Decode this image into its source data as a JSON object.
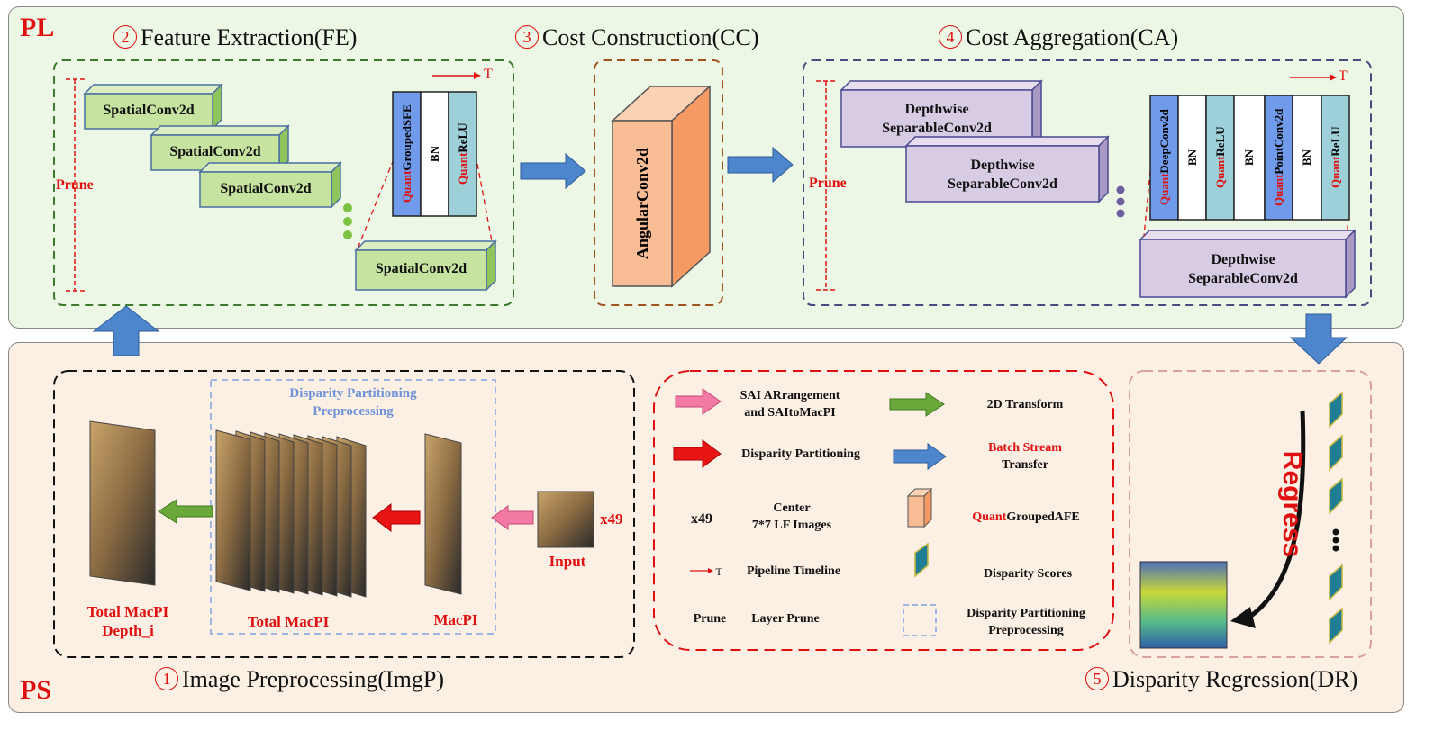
{
  "sections": {
    "pl": "PL",
    "ps": "PS"
  },
  "titles": {
    "fe": {
      "num": "2",
      "text": "Feature Extraction(FE)"
    },
    "cc": {
      "num": "3",
      "text": "Cost Construction(CC)"
    },
    "ca": {
      "num": "4",
      "text": "Cost Aggregation(CA)"
    },
    "imgp": {
      "num": "1",
      "text": "Image Preprocessing(ImgP)"
    },
    "dr": {
      "num": "5",
      "text": "Disparity Regression(DR)"
    }
  },
  "fe": {
    "blocks": [
      "SpatialConv2d",
      "SpatialConv2d",
      "SpatialConv2d",
      "SpatialConv2d"
    ],
    "prune": "Prune",
    "timeline": "T",
    "layers": [
      {
        "quant": "Quant",
        "name": "GroupedSFE",
        "color": "#6f9bea"
      },
      {
        "quant": "",
        "name": "BN",
        "color": "#ffffff"
      },
      {
        "quant": "Quant",
        "name": "ReLU",
        "color": "#9dd0d8"
      }
    ]
  },
  "cc": {
    "block": "AngularConv2d"
  },
  "ca": {
    "blocks": [
      [
        "Depthwise",
        "SeparableConv2d"
      ],
      [
        "Depthwise",
        "SeparableConv2d"
      ],
      [
        "Depthwise",
        "SeparableConv2d"
      ]
    ],
    "prune": "Prune",
    "timeline": "T",
    "layers": [
      {
        "quant": "Quant",
        "name": "DeepConv2d",
        "color": "#6f9bea"
      },
      {
        "quant": "",
        "name": "BN",
        "color": "#ffffff"
      },
      {
        "quant": "Quant",
        "name": "ReLU",
        "color": "#9dd0d8"
      },
      {
        "quant": "",
        "name": "BN",
        "color": "#ffffff"
      },
      {
        "quant": "Quant",
        "name": "PointConv2d",
        "color": "#6f9bea"
      },
      {
        "quant": "",
        "name": "BN",
        "color": "#ffffff"
      },
      {
        "quant": "Quant",
        "name": "ReLU",
        "color": "#9dd0d8"
      }
    ]
  },
  "imgp": {
    "dp_label_1": "Disparity Partitioning",
    "dp_label_2": "Preprocessing",
    "total_macpi_depth_1": "Total MacPI",
    "total_macpi_depth_2": "Depth_i",
    "total_macpi": "Total MacPI",
    "macpi": "MacPI",
    "input": "Input",
    "x49": "x49"
  },
  "legend": {
    "sai_1": "SAI ARrangement",
    "sai_2": "and SAItoMacPI",
    "transform_2d": "2D Transform",
    "disp_part": "Disparity Partitioning",
    "batch_1": "Batch Stream",
    "batch_2": "Transfer",
    "x49": "x49",
    "center_1": "Center",
    "center_2": "7*7 LF Images",
    "quant": "Quant",
    "grouped_afe": "GroupedAFE",
    "timeline_T": "T",
    "pipeline": "Pipeline Timeline",
    "scores": "Disparity Scores",
    "prune": "Prune",
    "layer_prune": "Layer Prune",
    "dpp_1": "Disparity Partitioning",
    "dpp_2": "Preprocessing"
  },
  "dr": {
    "regress": "Regress"
  },
  "colors": {
    "pl_bg": "#ecf7e5",
    "ps_bg": "#fcefe4",
    "red": "#e01010",
    "green_block": "#c6e3a0",
    "violet_block": "#d8cce4",
    "angular": "#f9bd96",
    "arrow_blue": "#4d86cc",
    "arrow_green": "#6aa83a",
    "arrow_pink": "#f47aa6",
    "arrow_red": "#e81515",
    "score": "#1f7e94"
  }
}
